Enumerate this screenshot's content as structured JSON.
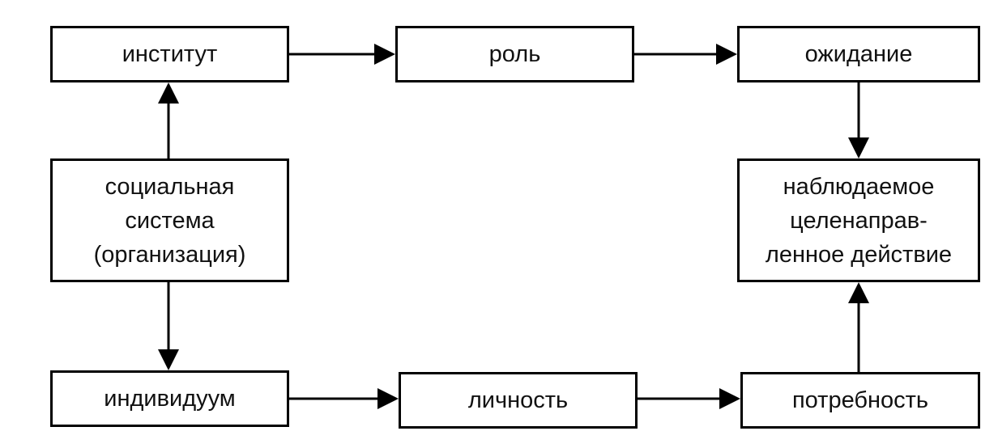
{
  "nodes": {
    "institute": "институт",
    "role": "роль",
    "expectation": "ожидание",
    "social_system": {
      "line1": "социальная",
      "line2": "система",
      "line3": "(организация)"
    },
    "observed_action": {
      "line1": "наблюдаемое",
      "line2": "целенаправ-",
      "line3": "ленное действие"
    },
    "individual": "индивидуум",
    "personality": "личность",
    "need": "потребность"
  }
}
